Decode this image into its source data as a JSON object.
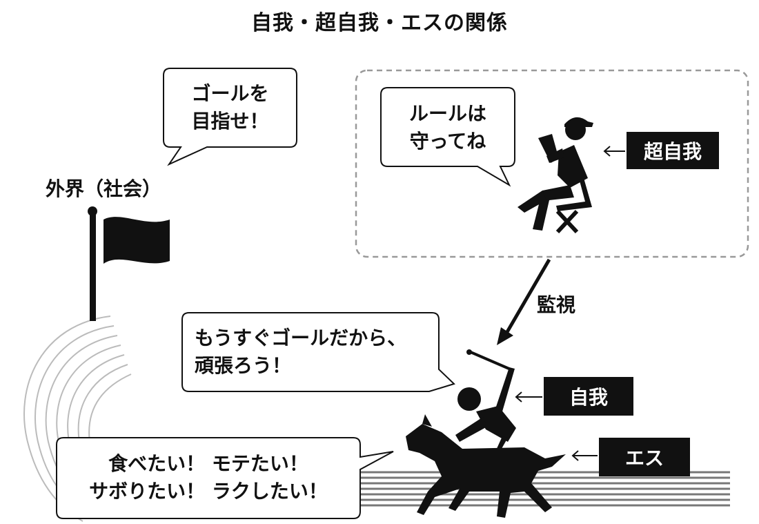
{
  "title": "自我・超自我・エスの関係",
  "outside_world_label": "外界（社会）",
  "monitor_label": "監視",
  "bubbles": {
    "goal": "ゴールを\n目指せ！",
    "rules": "ルールは\n守ってね",
    "ego": "もうすぐゴールだから、\n頑張ろう！",
    "id": "食べたい！ モテたい！\nサボりたい！ ラクしたい！"
  },
  "tags": {
    "superego": "超自我",
    "ego": "自我",
    "id": "エス"
  },
  "colors": {
    "ink": "#111111",
    "track": "#bbbbbb",
    "dashed_box": "#999999",
    "tag_bg": "#111111",
    "tag_text": "#ffffff"
  }
}
